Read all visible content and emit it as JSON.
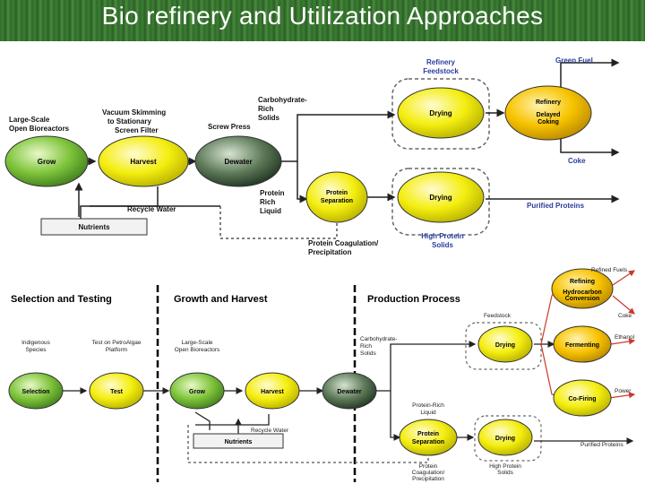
{
  "header": {
    "title": "Bio refinery and Utilization Approaches"
  },
  "top_diagram": {
    "labels": {
      "large_scale": [
        "Large-Scale",
        "Open Bioreactors"
      ],
      "vacuum": [
        "Vacuum Skimming",
        "to Stationary",
        "Screen Filter"
      ],
      "screw_press": "Screw Press",
      "carb_rich": [
        "Carbohydrate-",
        "Rich",
        "Solids"
      ],
      "protein_rich": [
        "Protein",
        "Rich",
        "Liquid"
      ],
      "recycle_water": "Recycle Water",
      "refinery_feedstock": [
        "Refinery",
        "Feedstock"
      ],
      "green_fuel": "Green Fuel",
      "coke": "Coke",
      "purified_proteins": "Purified Proteins",
      "high_protein_solids": [
        "High Protein",
        "Solids"
      ],
      "coagulation": [
        "Protein Coagulation/",
        "Precipitation"
      ]
    },
    "nodes": {
      "grow": "Grow",
      "harvest": "Harvest",
      "dewater": "Dewater",
      "drying_top": "Drying",
      "drying_bottom": "Drying",
      "protein_sep": [
        "Protein",
        "Separation"
      ],
      "refinery": [
        "Refinery",
        "Delayed",
        "Coking"
      ]
    },
    "nutrients": "Nutrients"
  },
  "bottom_diagram": {
    "stages": {
      "selection": "Selection and Testing",
      "growth": "Growth and Harvest",
      "production": "Production Process"
    },
    "labels": {
      "indigenous": [
        "Indigenous",
        "Species"
      ],
      "test_on": [
        "Test on PetroAlgae",
        "Platform"
      ],
      "large_scale": [
        "Large-Scale",
        "Open Bioreactors"
      ],
      "feedstock": "Feedstock",
      "carb_solids": [
        "Carbohydrate-",
        "Rich",
        "Solids"
      ],
      "protein_liquid": [
        "Protein-Rich",
        "Liquid"
      ],
      "recycle_water": "Recycle Water",
      "protein_coag": [
        "Protein",
        "Coagulation/",
        "Precipitation"
      ],
      "high_protein": [
        "High Protein",
        "Solids"
      ],
      "refined_fuels": "Refined Fuels",
      "coke": "Coke",
      "ethanol": "Ethanol",
      "power": "Power",
      "purified_proteins": "Purified Proteins"
    },
    "nodes": {
      "selection": "Selection",
      "test": "Test",
      "grow": "Grow",
      "harvest": "Harvest",
      "dewater": "Dewater",
      "drying_top": "Drying",
      "drying_bottom": "Drying",
      "protein_sep": [
        "Protein",
        "Separation"
      ],
      "refining": [
        "Refining",
        "Hydrocarbon",
        "Conversion"
      ],
      "fermenting": "Fermenting",
      "co_firing": "Co-Firing"
    },
    "nutrients": "Nutrients"
  }
}
